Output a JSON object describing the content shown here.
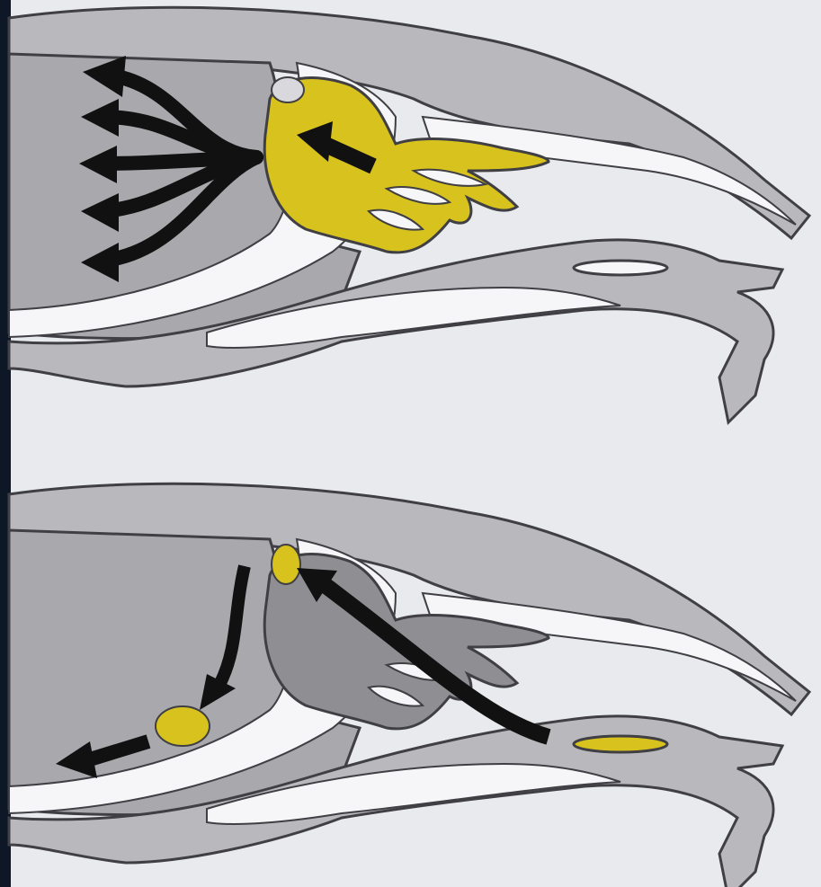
{
  "colors": {
    "page_background": "#e9eaee",
    "left_edge": "#0d1726",
    "skull_gray": "#b9b9bd",
    "brain_gray": "#a9a9ad",
    "dark_gray": "#8e8e93",
    "outline": "#3f3f44",
    "bone_gap": "#f6f6f8",
    "highlight_yellow": "#d8c21e",
    "arrow_black": "#111111"
  },
  "panels": [
    {
      "name": "upper-skull",
      "highlight": "olfactory-bulb-and-turbinates",
      "arrow_count": 6
    },
    {
      "name": "lower-skull",
      "highlight": "vomeronasal-organ-pathway",
      "arrow_count": 3
    }
  ]
}
